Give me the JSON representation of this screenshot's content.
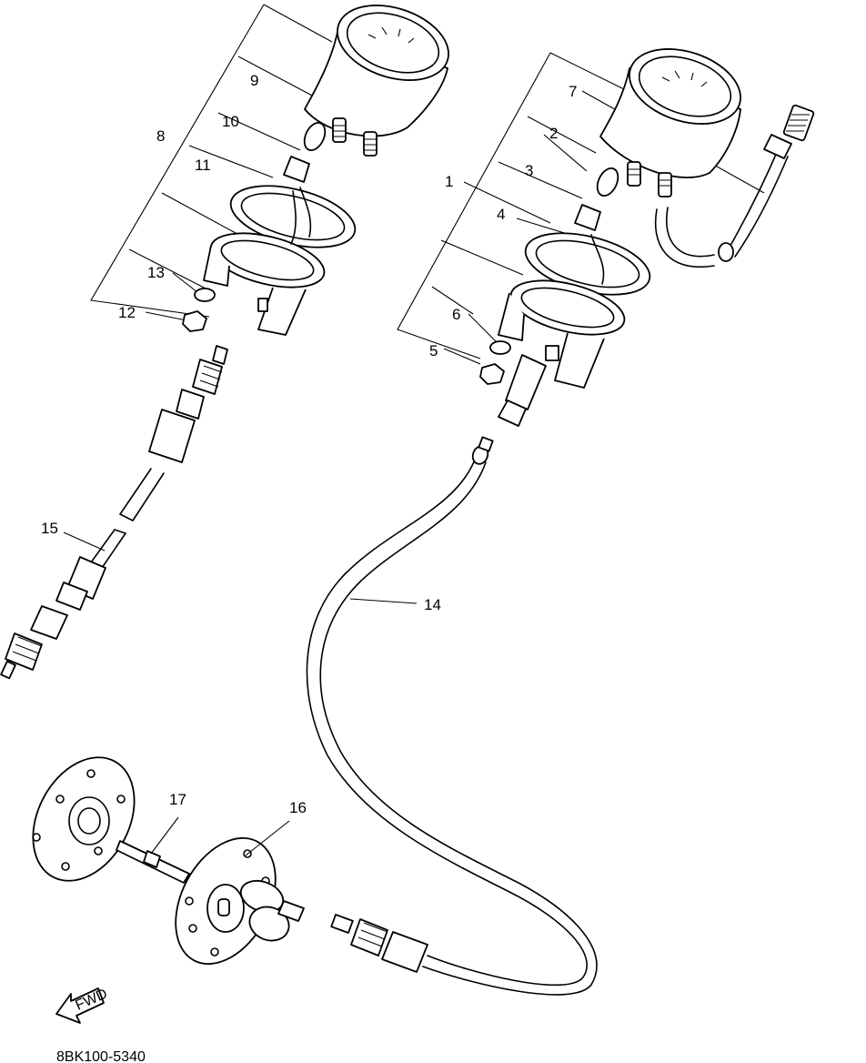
{
  "callouts": {
    "c1": "1",
    "c2": "2",
    "c3": "3",
    "c4": "4",
    "c5": "5",
    "c6": "6",
    "c7": "7",
    "c8": "8",
    "c9": "9",
    "c10": "10",
    "c11": "11",
    "c12": "12",
    "c13": "13",
    "c14": "14",
    "c15": "15",
    "c16": "16",
    "c17": "17"
  },
  "fwd_label": "FWD",
  "diagram_code": "8BK100-5340"
}
